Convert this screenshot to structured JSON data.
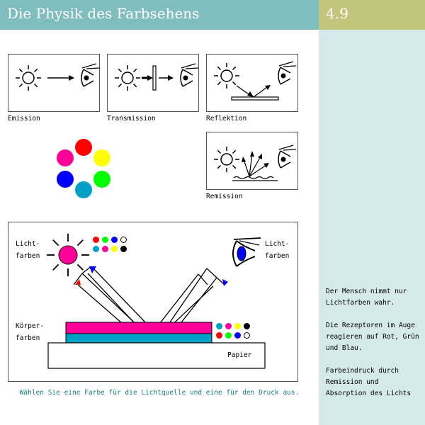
{
  "header": {
    "title": "Die Physik des Farbsehens",
    "chapter": "4.9"
  },
  "panels": {
    "emission": "Emission",
    "transmission": "Transmission",
    "reflection": "Reflektion",
    "remission": "Remission"
  },
  "color_picker": {
    "colors": [
      "#ff0000",
      "#ffff00",
      "#00ff00",
      "#00a0c6",
      "#0000ff",
      "#ff0099"
    ],
    "names": [
      "red",
      "yellow",
      "green",
      "cyan",
      "blue",
      "magenta"
    ]
  },
  "experiment": {
    "light_label_left": "Licht-\nfarben",
    "light_label_right": "Licht-\nfarben",
    "body_label": "Körper-\nfarben",
    "paper_label": "Papier",
    "light_source_color": "#ff0099",
    "print_layer_top_color": "#ff0099",
    "print_layer_bottom_color": "#00a0c6",
    "light_palette": [
      "#ff0000",
      "#00ff00",
      "#0000ff",
      "#ffffff",
      "#00a0c6",
      "#ff0099",
      "#ffff00",
      "#000000"
    ],
    "print_palette": [
      "#00a0c6",
      "#ff0099",
      "#ffff00",
      "#000000",
      "#ff0000",
      "#00ff00",
      "#0000ff",
      "#ffffff"
    ],
    "instruction": "Wählen Sie eine Farbe für die Lichtquelle und eine für den Druck aus."
  },
  "sidebar": {
    "note1": "Der Mensch nimmt nur Lichtfarben wahr.",
    "note2": "Die Rezeptoren im Auge reagieren auf Rot, Grün und Blau.",
    "note3": "Farbeindruck durch Remission und Absorption des Lichts"
  }
}
